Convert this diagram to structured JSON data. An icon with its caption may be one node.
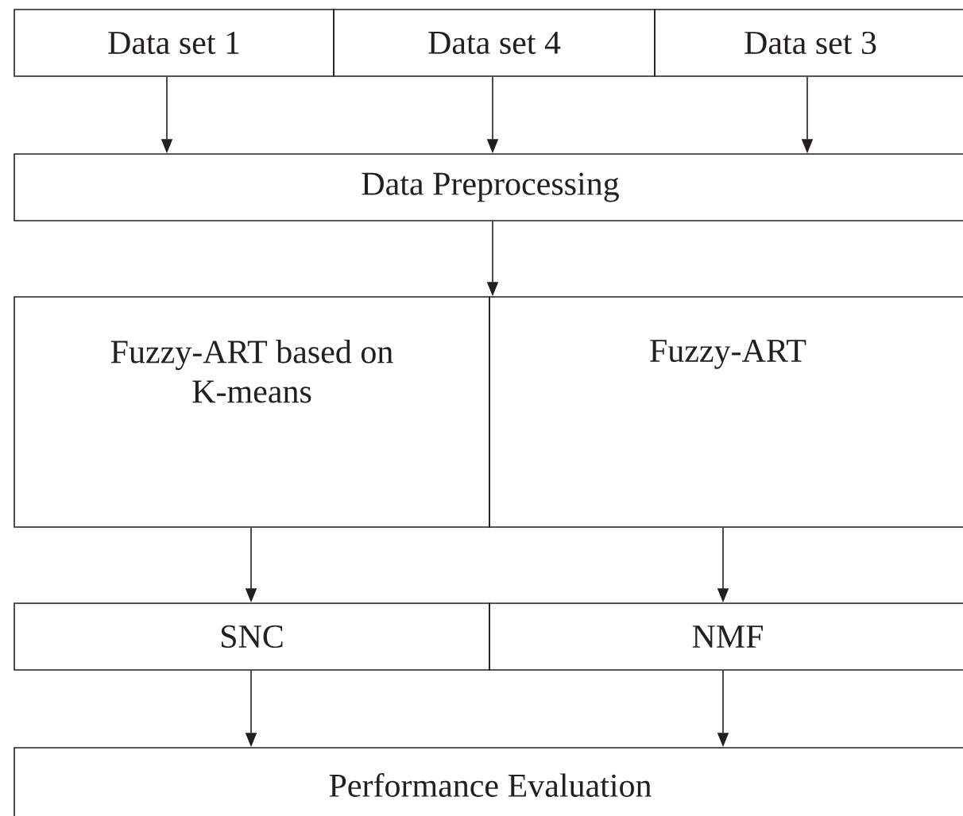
{
  "diagram": {
    "nodes": [
      {
        "text": [
          "Data set 1"
        ]
      },
      {
        "text": [
          "Data set 4"
        ]
      },
      {
        "text": [
          "Data set 3"
        ]
      },
      {
        "text": [
          "Data Preprocessing"
        ]
      },
      {
        "text": [
          "Fuzzy-ART based on K-means"
        ]
      },
      {
        "text": [
          "Fuzzy-ART"
        ]
      },
      {
        "text": [
          "SNC"
        ]
      },
      {
        "text": [
          "NMF"
        ]
      },
      {
        "text": [
          "Performance Evaluation"
        ]
      }
    ],
    "edges": [
      {
        "from": 0,
        "to": 3,
        "arrow": "to"
      },
      {
        "from": 1,
        "to": 3,
        "arrow": "to"
      },
      {
        "from": 2,
        "to": 3,
        "arrow": "to"
      },
      {
        "from": 3,
        "to": 4,
        "arrow": "to"
      },
      {
        "from": 3,
        "to": 5,
        "arrow": "to"
      },
      {
        "from": 4,
        "to": 6,
        "arrow": "to"
      },
      {
        "from": 5,
        "to": 7,
        "arrow": "to"
      },
      {
        "from": 6,
        "to": 8,
        "arrow": "to"
      },
      {
        "from": 7,
        "to": 8,
        "arrow": "to"
      }
    ]
  }
}
